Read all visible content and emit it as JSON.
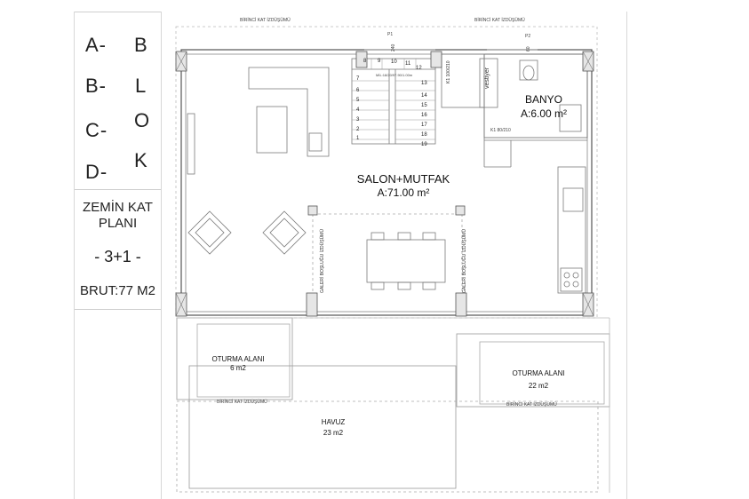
{
  "panel": {
    "blocks": [
      "A-",
      "B-",
      "C-",
      "D-"
    ],
    "blok_letters": [
      "B",
      "L",
      "O",
      "K"
    ],
    "plan_title_line1": "ZEMİN KAT",
    "plan_title_line2": "PLANI",
    "unit_type": "- 3+1 -",
    "gross_area": "BRUT:77 M2"
  },
  "rooms": {
    "salon": {
      "name": "SALON+MUTFAK",
      "area": "A:71.00 m²"
    },
    "banyo": {
      "name": "BANYO",
      "area": "A:6.00 m²"
    },
    "oturma_small": {
      "name": "OTURMA ALANI",
      "area": "6 m2"
    },
    "oturma_large": {
      "name": "OTURMA ALANI",
      "area": "22 m2"
    },
    "havuz": {
      "name": "HAVUZ",
      "area": "23 m2"
    }
  },
  "annotations": {
    "projection": "BİRİNCİ KAT İZDÜŞÜMÜ",
    "gallery": "GALERİ BOŞLUĞU İZDÜŞÜMÜ",
    "vestiyer": "vestiyer",
    "door_k1": "K1 80/210",
    "door_k1_vertical": "K1 100/210",
    "stair_note": "MİL:18/20/97.90/1.00m",
    "window_p1": "P1",
    "window_p1_size": "240",
    "window_p2": "P2",
    "window_p2_size": "60"
  },
  "stairs": {
    "left_numbers": [
      "8",
      "7",
      "6",
      "5",
      "4",
      "3",
      "2",
      "1"
    ],
    "top_numbers": [
      "9",
      "10",
      "11",
      "12"
    ],
    "right_numbers": [
      "13",
      "14",
      "15",
      "16",
      "17",
      "18",
      "19"
    ]
  }
}
